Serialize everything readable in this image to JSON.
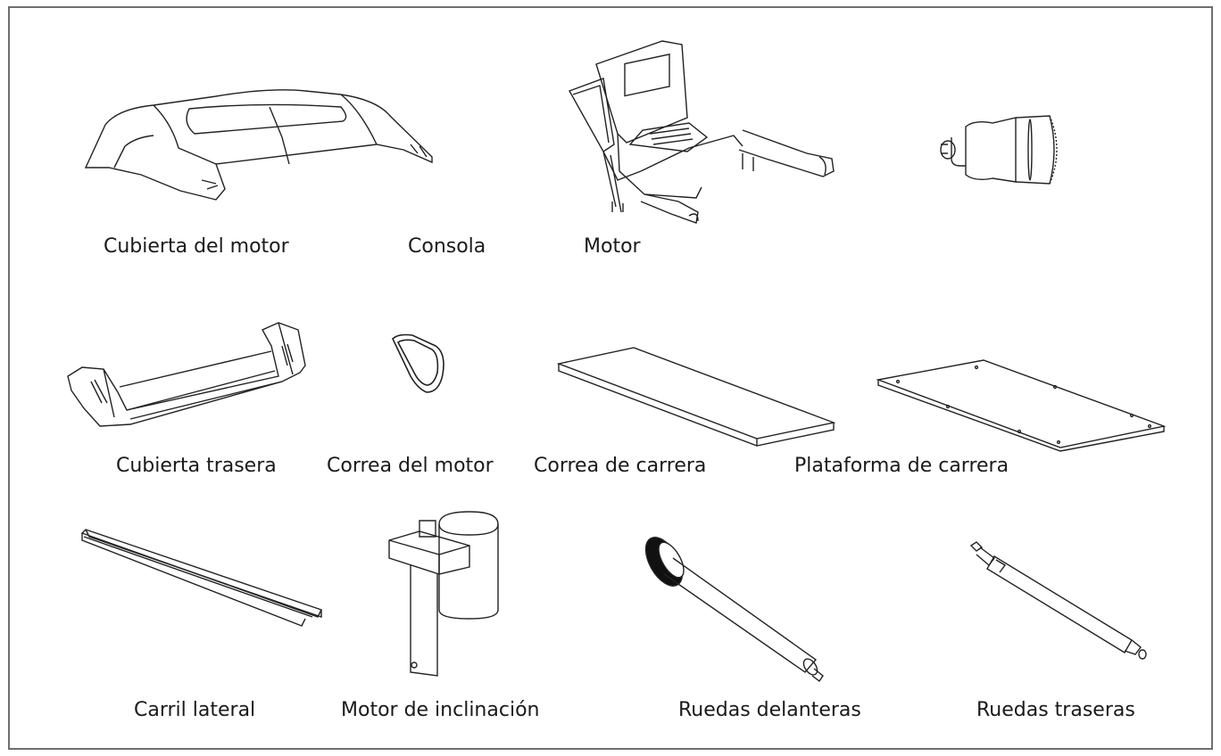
{
  "labels": {
    "engine_cover": "Cubierta del motor",
    "console": "Consola",
    "motor": "Motor",
    "rear_cover": "Cubierta trasera",
    "motor_belt": "Correa del motor",
    "running_belt": "Correa de carrera",
    "running_deck": "Plataforma de carrera",
    "side_rail": "Carril lateral",
    "incline_motor": "Motor de inclinación",
    "front_roller": "Ruedas delanteras",
    "rear_roller": "Ruedas traseras"
  }
}
